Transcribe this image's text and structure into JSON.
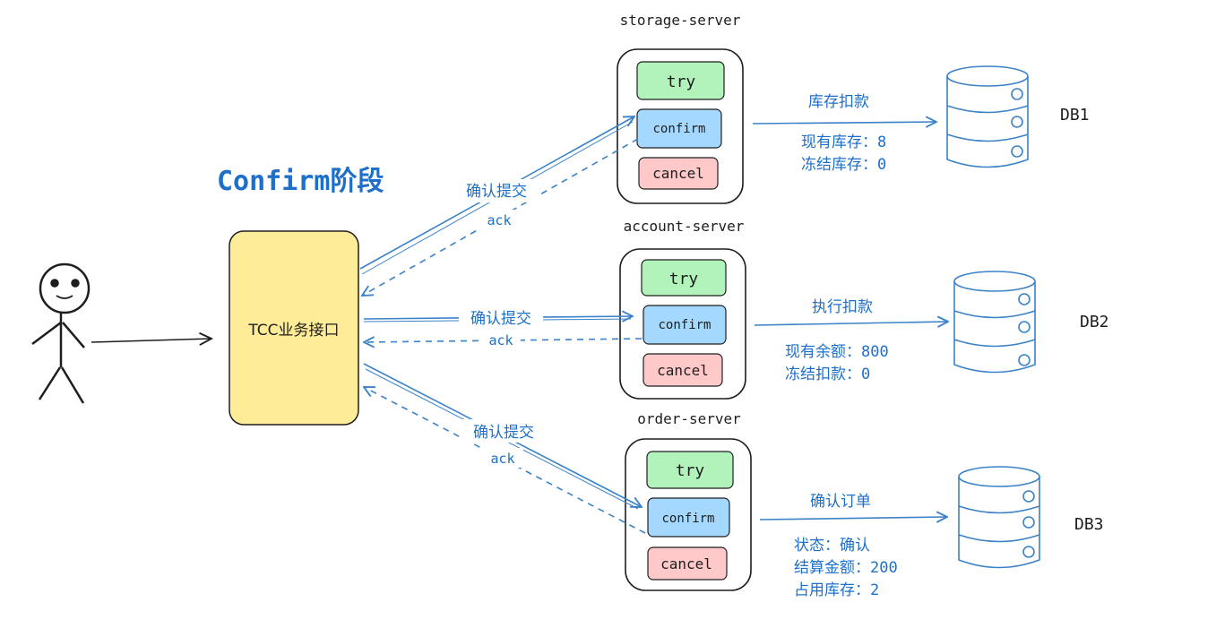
{
  "title": "Confirm阶段",
  "tcc": {
    "label": "TCC业务接口"
  },
  "services": [
    {
      "name": "storage-server",
      "buttons": {
        "try": "try",
        "confirm": "confirm",
        "cancel": "cancel"
      },
      "request_label": "确认提交",
      "ack_label": "ack",
      "action_label": "库存扣款",
      "stats": [
        {
          "label": "现有库存：",
          "value": "8"
        },
        {
          "label": "冻结库存：",
          "value": "0"
        }
      ],
      "db": "DB1"
    },
    {
      "name": "account-server",
      "buttons": {
        "try": "try",
        "confirm": "confirm",
        "cancel": "cancel"
      },
      "request_label": "确认提交",
      "ack_label": "ack",
      "action_label": "执行扣款",
      "stats": [
        {
          "label": "现有余额：",
          "value": "800"
        },
        {
          "label": "冻结扣款：",
          "value": "0"
        }
      ],
      "db": "DB2"
    },
    {
      "name": "order-server",
      "buttons": {
        "try": "try",
        "confirm": "confirm",
        "cancel": "cancel"
      },
      "request_label": "确认提交",
      "ack_label": "ack",
      "action_label": "确认订单",
      "stats": [
        {
          "label": "状态：",
          "value": "确认"
        },
        {
          "label": "结算金额：",
          "value": "200"
        },
        {
          "label": "占用库存：",
          "value": "2"
        }
      ],
      "db": "DB3"
    }
  ],
  "colors": {
    "accent_blue": "#1e6fc9",
    "tcc_fill": "#ffec99",
    "try_fill": "#b2f2bb",
    "confirm_fill": "#a5d8ff",
    "cancel_fill": "#ffc9c9"
  }
}
